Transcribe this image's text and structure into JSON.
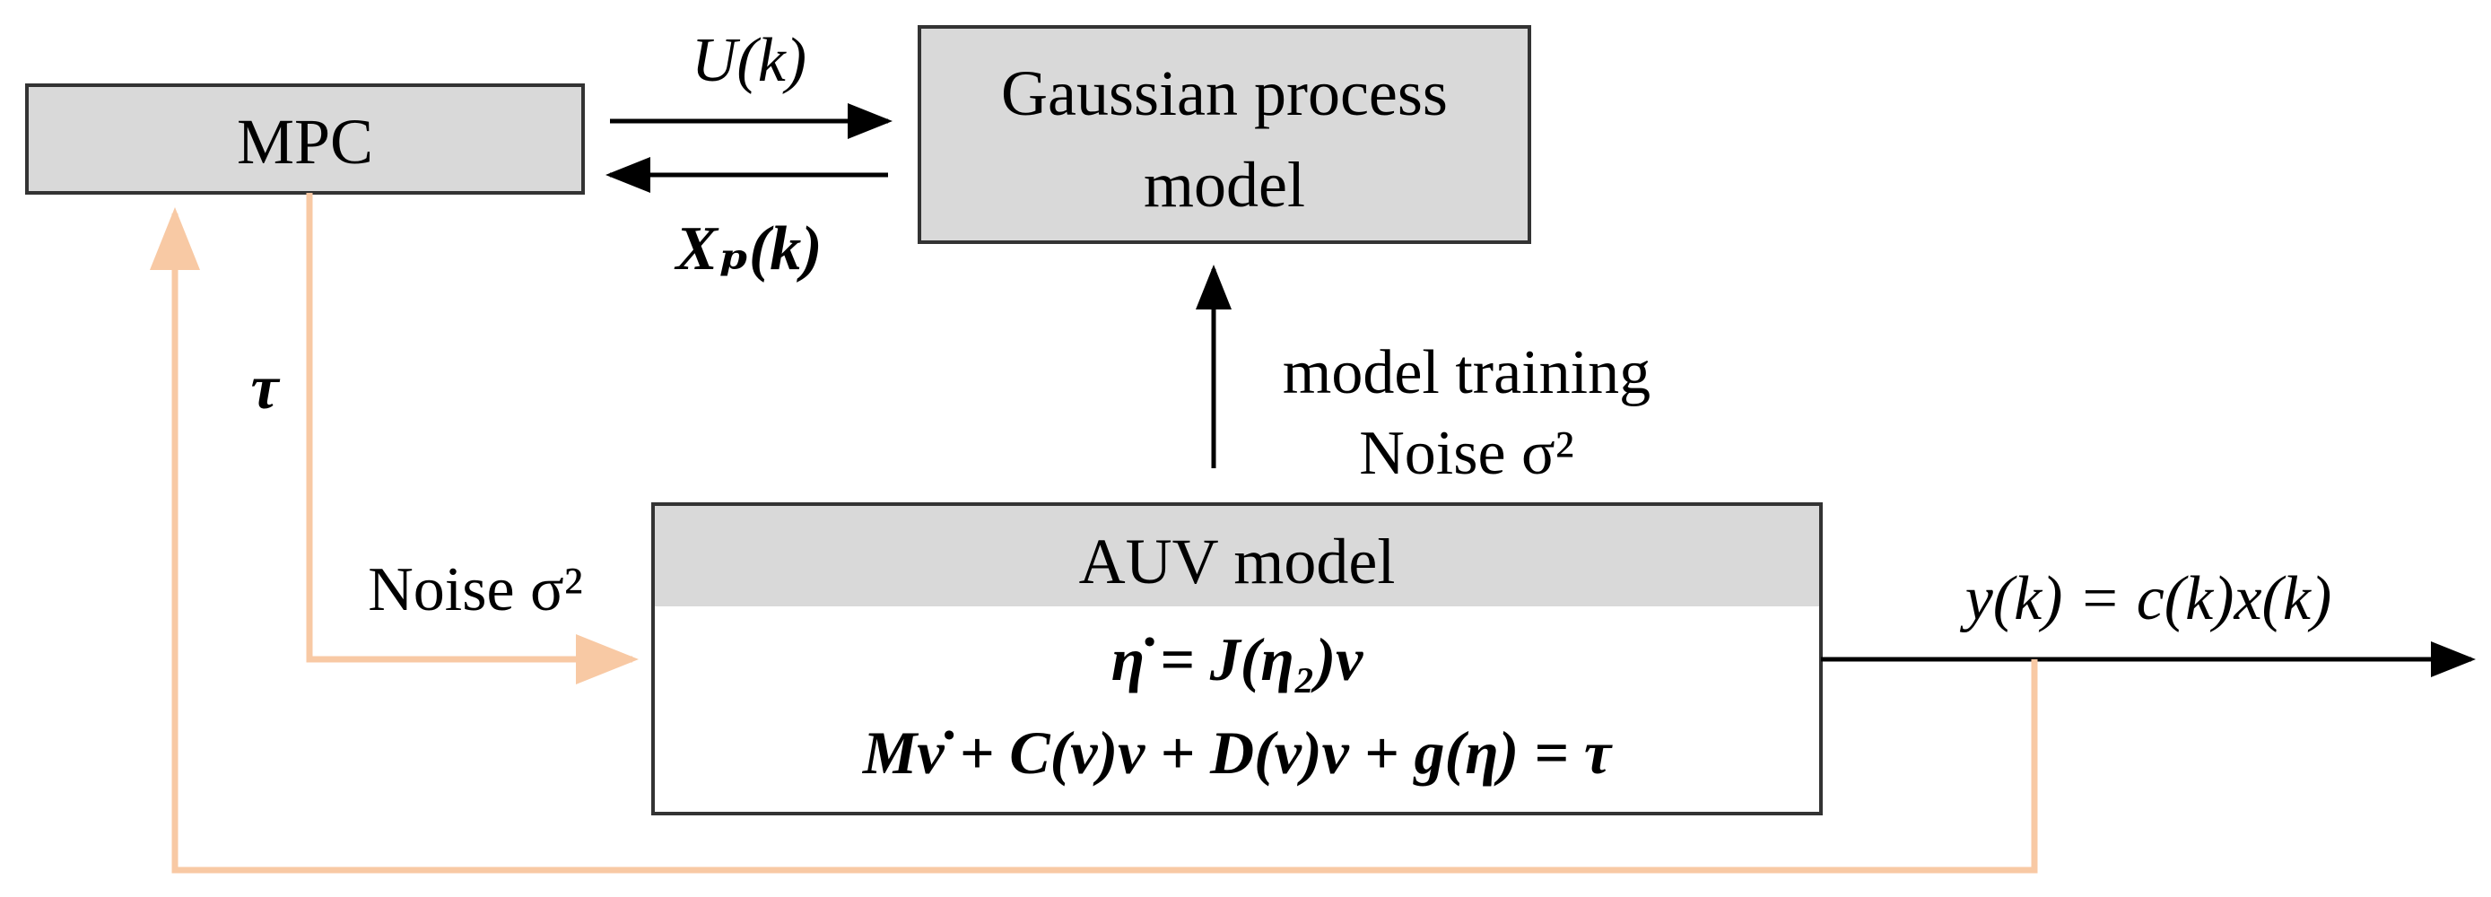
{
  "colors": {
    "box_fill": "#d9d9d9",
    "box_stroke": "#333333",
    "feedback": "#f8c9a4",
    "arrow": "#000000"
  },
  "mpc": {
    "label": "MPC"
  },
  "gp": {
    "line1": "Gaussian process",
    "line2": "model"
  },
  "auv": {
    "title": "AUV model",
    "eq1": "η̇ = J(η₂)ν",
    "eq2": "Mν̇ + C(ν)ν + D(ν)ν + g(η) = τ"
  },
  "edges": {
    "u_label": "U(k)",
    "xp_label": "Xₚ(k)",
    "tau_label": "τ",
    "noise_in_label": "Noise σ²",
    "training_line1": "model training",
    "training_line2": "Noise σ²",
    "output_label": "y(k) = c(k)x(k)"
  }
}
